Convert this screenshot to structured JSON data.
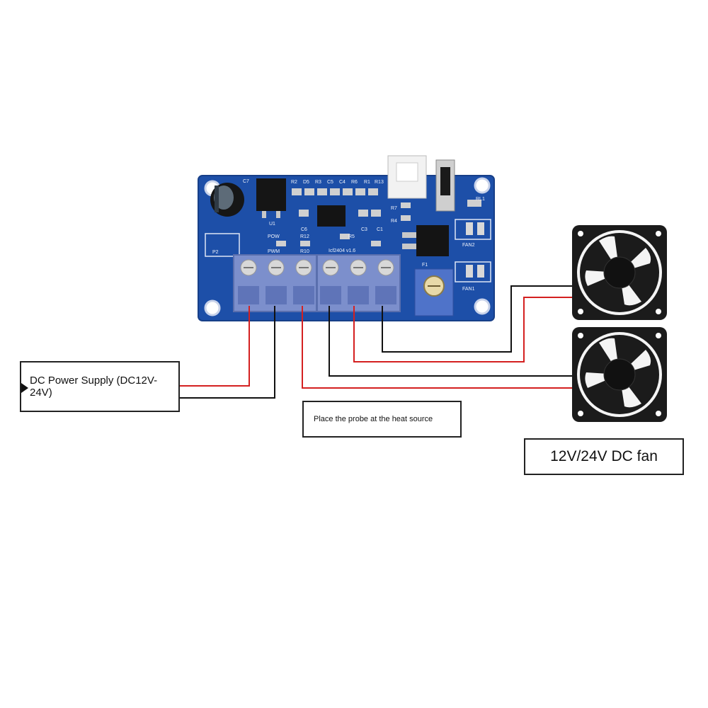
{
  "labels": {
    "power_supply": "DC Power Supply (DC12V-24V)",
    "probe_note": "Place the probe at the heat source",
    "fan_label": "12V/24V DC fan"
  },
  "board": {
    "silkscreen": [
      "C7",
      "R2",
      "D5",
      "R3",
      "C5",
      "C4",
      "R6",
      "R1",
      "R13",
      "U1",
      "C6",
      "R7",
      "R4",
      "R5",
      "C3",
      "C1",
      "POW",
      "R12",
      "R10",
      "PWM",
      "P2",
      "F1",
      "FAN2",
      "FAN1",
      "RL1",
      "Icf2404 v1.6"
    ]
  },
  "colors": {
    "pcb": "#1d4fa8",
    "terminal": "#7c8fcc",
    "wire_red": "#d42020",
    "wire_black": "#111111",
    "fan_body": "#1b1b1b"
  },
  "icons": [
    "terminal-block-icon",
    "fan-icon",
    "potentiometer-icon",
    "capacitor-icon"
  ]
}
